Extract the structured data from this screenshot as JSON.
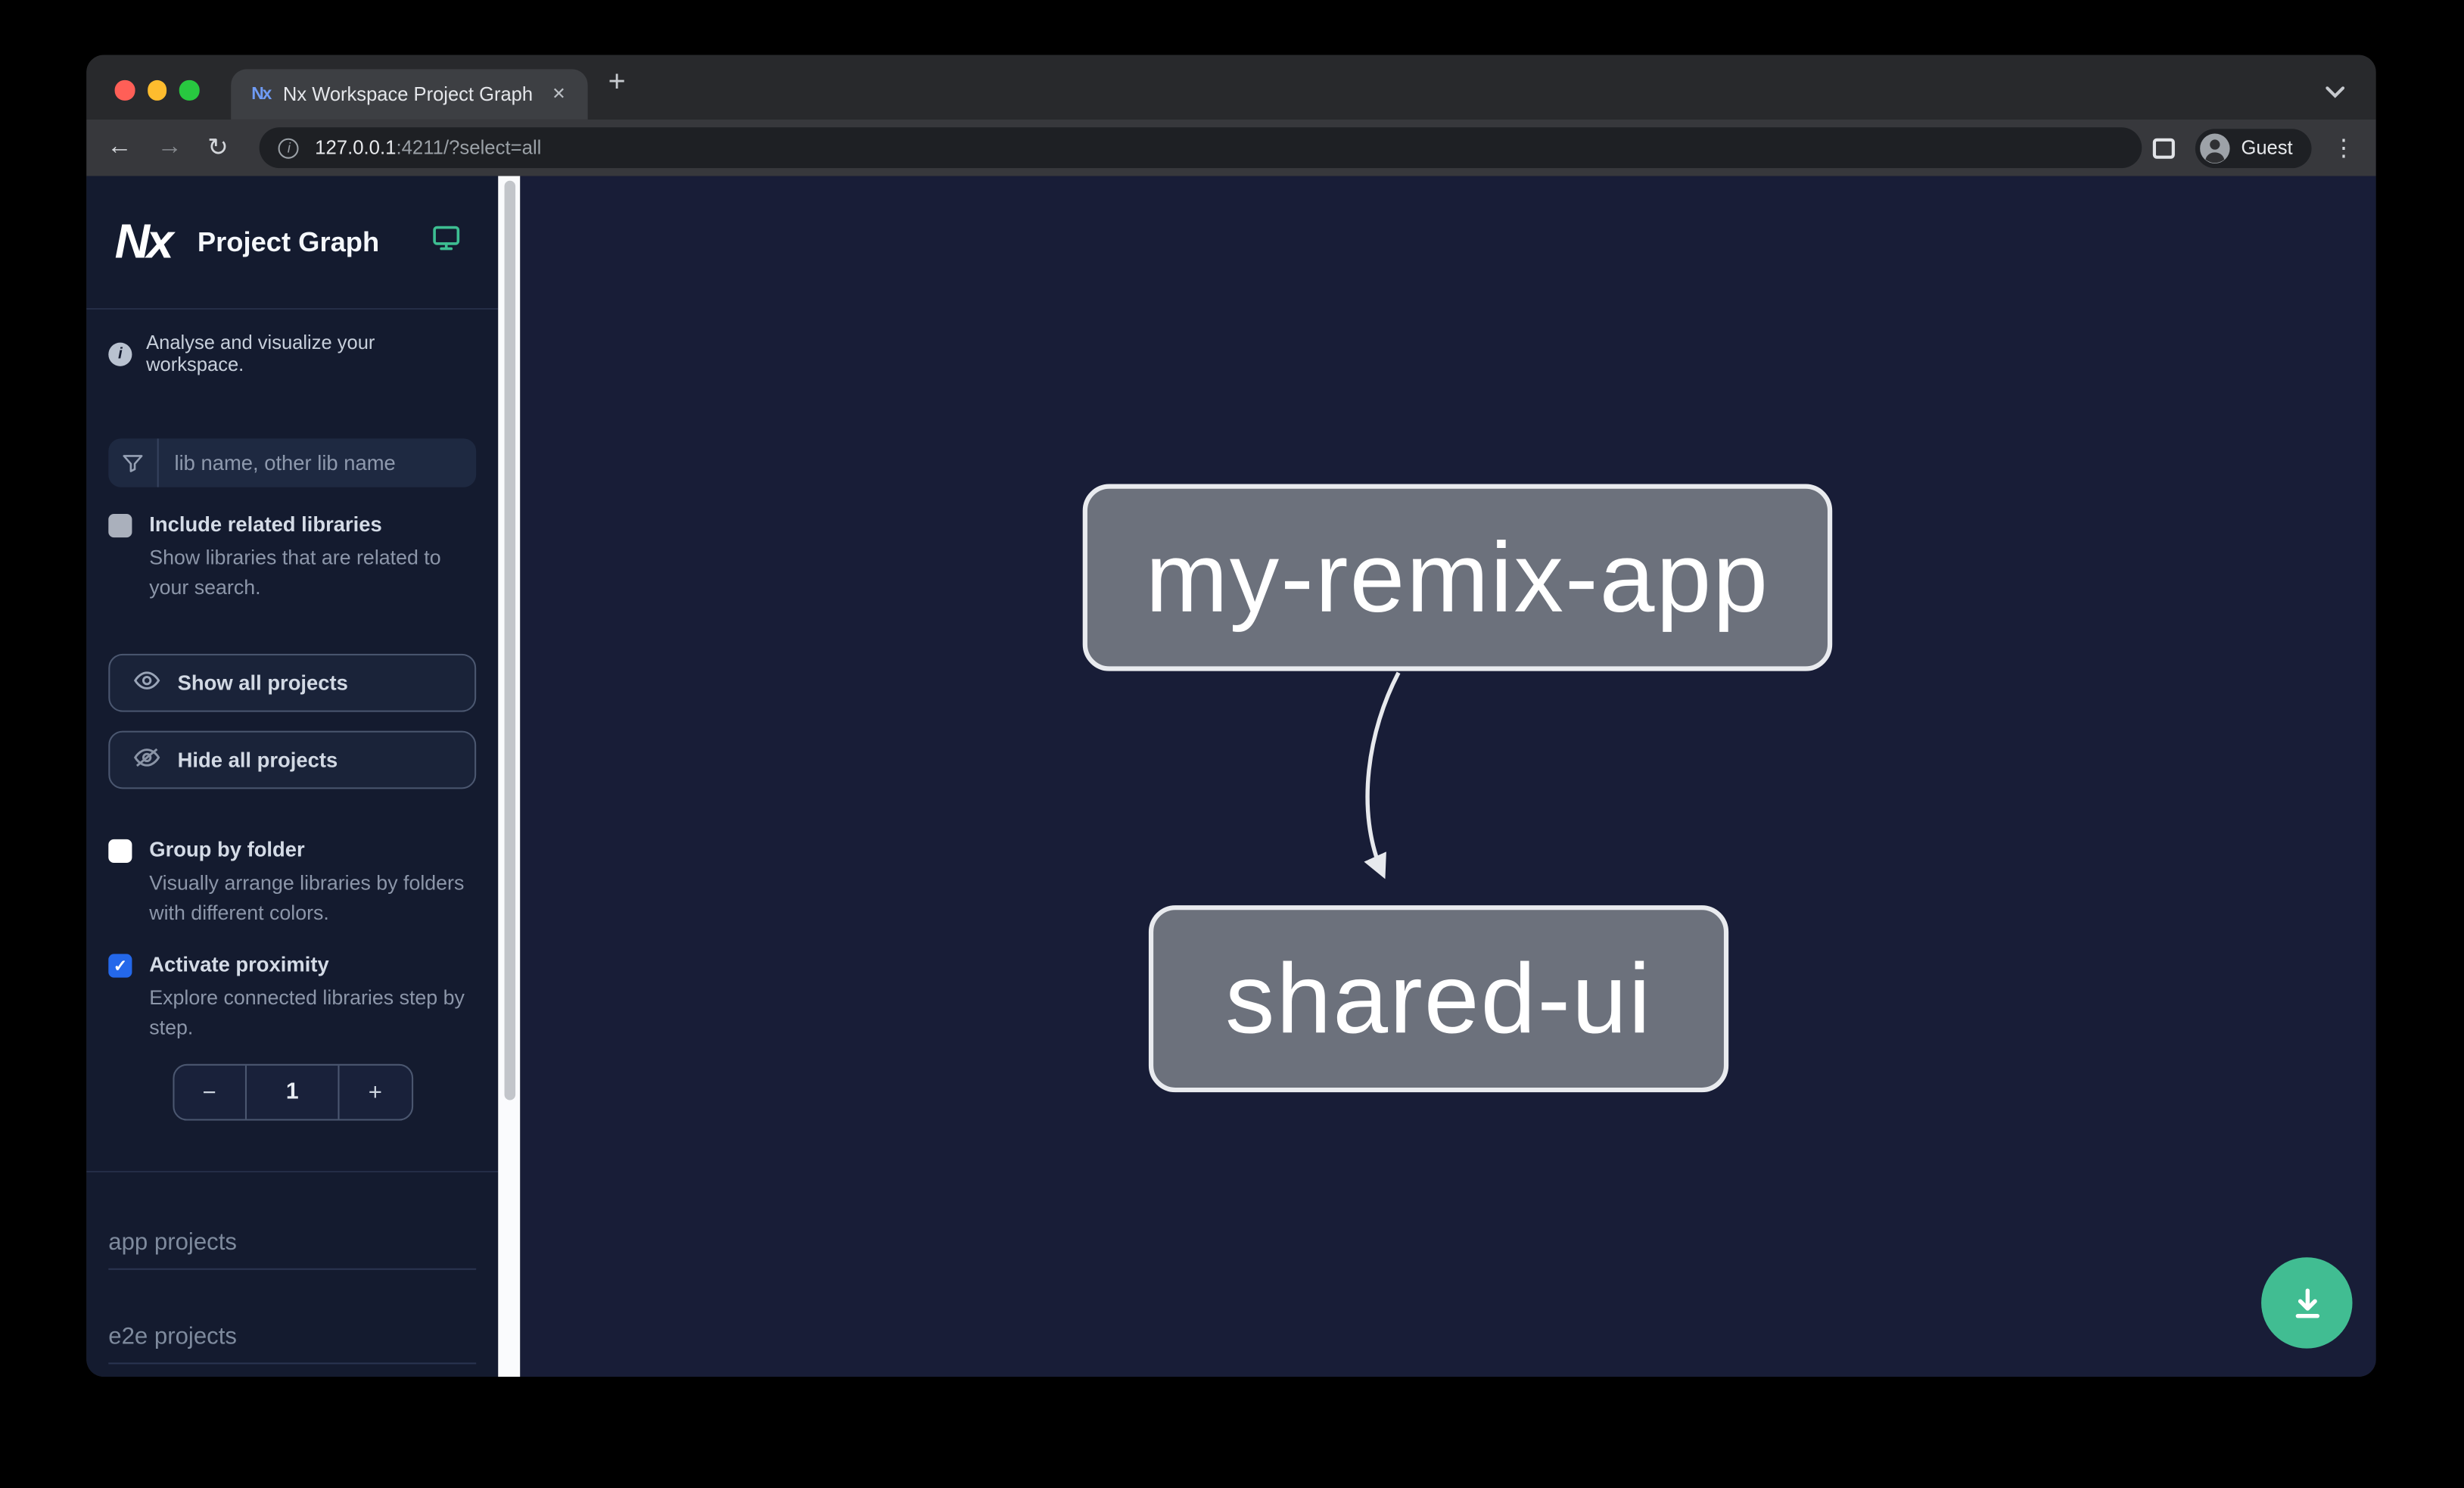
{
  "brand": {
    "mark": "Nx"
  },
  "browser": {
    "tab_title": "Nx Workspace Project Graph",
    "url_host": "127.0.0.1",
    "url_rest": ":4211/?select=all",
    "profile_label": "Guest"
  },
  "icons": {
    "back": "←",
    "forward": "→",
    "reload": "↻",
    "close": "✕",
    "new_tab": "+",
    "more": "⋮",
    "info": "i",
    "check": "✓",
    "minus": "−",
    "plus": "+"
  },
  "sidebar": {
    "title": "Project Graph",
    "tagline": "Analyse and visualize your workspace.",
    "search_placeholder": "lib name, other lib name",
    "checkboxes": [
      {
        "label": "Include related libraries",
        "description": "Show libraries that are related to your search.",
        "checked": false
      },
      {
        "label": "Group by folder",
        "description": "Visually arrange libraries by folders with different colors.",
        "checked": false
      },
      {
        "label": "Activate proximity",
        "description": "Explore connected libraries step by step.",
        "checked": true
      }
    ],
    "buttons": [
      {
        "label": "Show all projects"
      },
      {
        "label": "Hide all projects"
      }
    ],
    "stepper": {
      "value": "1"
    },
    "sections": [
      {
        "label": "app projects"
      },
      {
        "label": "e2e projects"
      }
    ]
  },
  "graph": {
    "nodes": [
      {
        "label": "my-remix-app"
      },
      {
        "label": "shared-ui"
      }
    ],
    "edges": [
      {
        "from": "my-remix-app",
        "to": "shared-ui"
      }
    ]
  },
  "colors": {
    "accent_green": "#41bd92",
    "checkbox_blue": "#2468ea",
    "node_fill": "#6c717c",
    "node_border": "#e9ebef",
    "sidebar_bg": "#141b2f",
    "canvas_bg": "#181d37"
  }
}
